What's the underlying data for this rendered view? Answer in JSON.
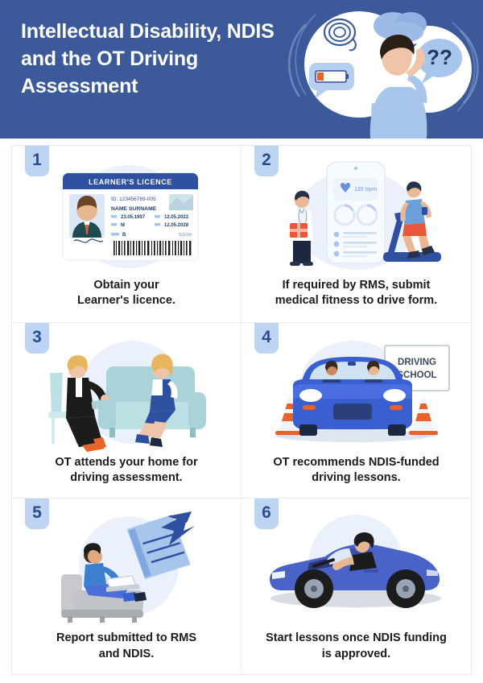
{
  "banner": {
    "title": "Intellectual Disability, NDIS and the OT Driving Assessment",
    "background_color": "#3c5a9a",
    "title_color": "#ffffff",
    "illustration": {
      "name": "confused-person-with-thought-bubbles",
      "elements": [
        "tangled-thread-icon",
        "storm-cloud-icon",
        "low-battery-icon",
        "question-marks-bubble"
      ],
      "question_marks": "??"
    }
  },
  "steps": [
    {
      "number": "1",
      "caption_line1": "Obtain your",
      "caption_line2": "Learner's licence.",
      "illustration": "learners-licence-card",
      "licence": {
        "header": "LEARNER'S LICENCE",
        "id_label": "ID: 123456789-005",
        "name": "NAME SURNAME",
        "dob": "23.05.1997",
        "sex": "M",
        "issue_date": "12.05.2022",
        "expiry_date": "12.05.2028",
        "class": "B",
        "code": "5(14)8"
      }
    },
    {
      "number": "2",
      "caption_line1": "If required by RMS, submit",
      "caption_line2": "medical fitness to drive form.",
      "illustration": "doctor-phone-treadmill-runner",
      "phone": {
        "heart_rate": "120 bpm",
        "heart_icon": "heart-icon"
      }
    },
    {
      "number": "3",
      "caption_line1": "OT attends your home for",
      "caption_line2": "driving assessment.",
      "illustration": "therapist-interviewing-client-on-couch"
    },
    {
      "number": "4",
      "caption_line1": "OT recommends NDIS-funded",
      "caption_line2": "driving lessons.",
      "illustration": "blue-car-with-driving-school-sign",
      "sign_line1": "DRIVING",
      "sign_line2": "SCHOOL"
    },
    {
      "number": "5",
      "caption_line1": "Report submitted to RMS",
      "caption_line2": "and NDIS.",
      "illustration": "person-on-couch-with-laptop-sending-document"
    },
    {
      "number": "6",
      "caption_line1": "Start lessons once NDIS funding",
      "caption_line2": "is approved.",
      "illustration": "person-driving-blue-convertible"
    }
  ],
  "colors": {
    "banner_blue": "#3c5a9a",
    "badge_blue": "#bdd4f2",
    "badge_text": "#2b4d8f",
    "accent_blue": "#2f4fa0",
    "light_blue": "#a8c5ec",
    "pale_blue": "#dce8f7",
    "orange": "#e8622a",
    "caption_text": "#1c1c1c"
  }
}
